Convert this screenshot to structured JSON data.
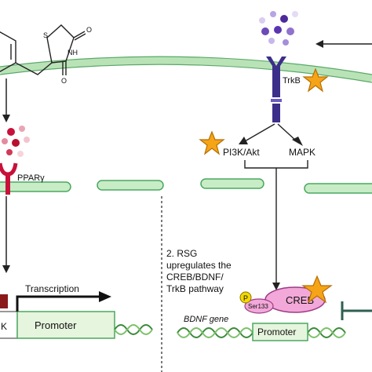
{
  "labels": {
    "receptor_left": "PPARγ",
    "receptor_right": "TrkB",
    "pi3k": "PI3K/Akt",
    "mapk": "MAPK",
    "transcription": "Transcription",
    "promoter_left": "Promoter",
    "k_label": "K",
    "promoter_right": "Promoter",
    "gene_name": "BDNF gene",
    "creb": "CREB",
    "ser": "Ser133",
    "p": "P",
    "drug_s": "S",
    "drug_nh": "NH",
    "drug_o1": "O",
    "drug_o2": "O"
  },
  "step_text": {
    "line1": "2. RSG",
    "line2": "upregulates the",
    "line3": "CREB/BDNF/",
    "line4": "TrkB pathway"
  },
  "colors": {
    "membrane_fill": "#c8ecc6",
    "membrane_stroke": "#4aa860",
    "receptor": "#3b2f8a",
    "ppar": "#c8103a",
    "creb": "#f2a8d8",
    "star": "#f6a417",
    "arrow_teal": "#2f5f52"
  }
}
